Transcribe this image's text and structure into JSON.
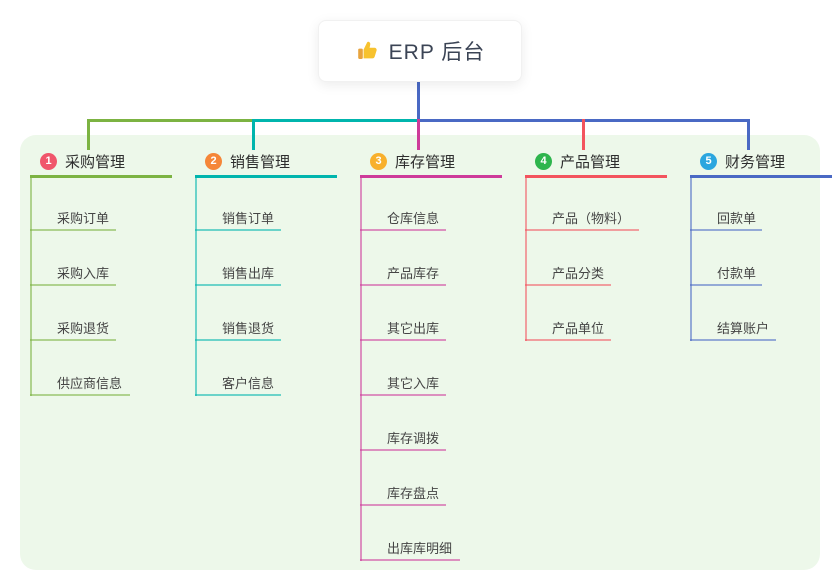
{
  "root": {
    "label": "ERP 后台",
    "icon": "thumbs-up-icon"
  },
  "colors": {
    "page_background": "#ffffff",
    "panel_background": "#edf8ea",
    "root_connector": "#4a69c4",
    "root_text": "#3b4455",
    "node_text": "#454545"
  },
  "branches": [
    {
      "index": "1",
      "label": "采购管理",
      "badge_color": "#f0566b",
      "line_color": "#7cb342",
      "children": [
        "采购订单",
        "采购入库",
        "采购退货",
        "供应商信息"
      ]
    },
    {
      "index": "2",
      "label": "销售管理",
      "badge_color": "#f58638",
      "line_color": "#00b5ad",
      "children": [
        "销售订单",
        "销售出库",
        "销售退货",
        "客户信息"
      ]
    },
    {
      "index": "3",
      "label": "库存管理",
      "badge_color": "#f8b02c",
      "line_color": "#ce3b9a",
      "children": [
        "仓库信息",
        "产品库存",
        "其它出库",
        "其它入库",
        "库存调拨",
        "库存盘点",
        "出库库明细"
      ]
    },
    {
      "index": "4",
      "label": "产品管理",
      "badge_color": "#2eb54d",
      "line_color": "#f3545e",
      "children": [
        "产品（物料）",
        "产品分类",
        "产品单位"
      ]
    },
    {
      "index": "5",
      "label": "财务管理",
      "badge_color": "#2ba6df",
      "line_color": "#4a69c4",
      "children": [
        "回款单",
        "付款单",
        "结算账户"
      ]
    }
  ]
}
